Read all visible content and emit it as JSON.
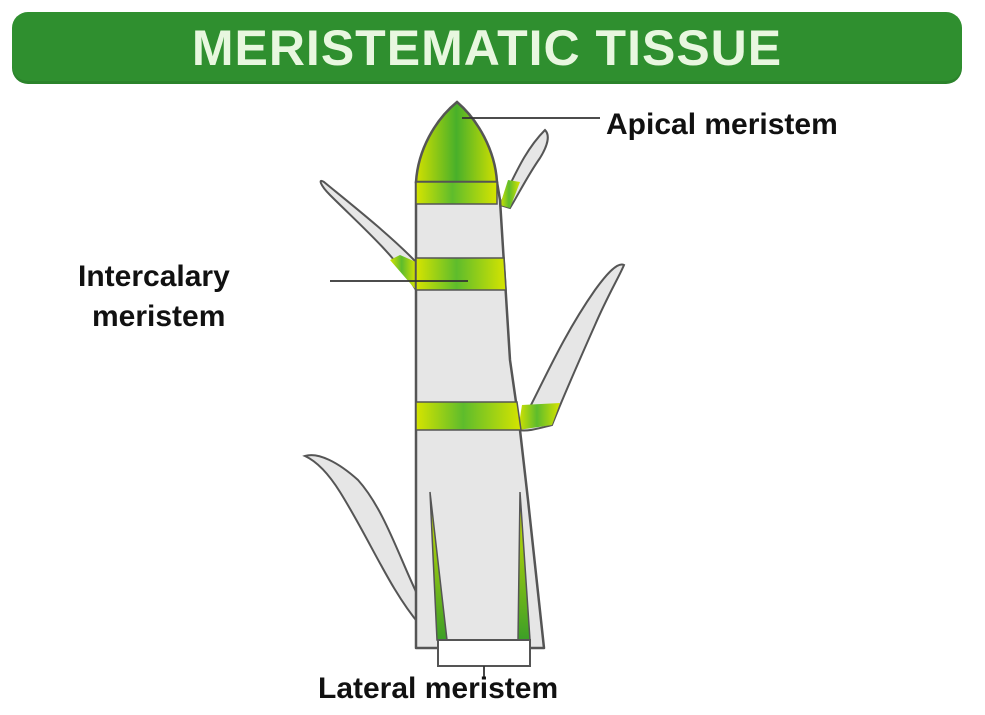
{
  "title": "MERISTEMATIC TISSUE",
  "labels": {
    "apical": "Apical meristem",
    "intercalary_line1": "Intercalary",
    "intercalary_line2": "meristem",
    "lateral": "Lateral meristem"
  },
  "colors": {
    "banner": "#2f8f2f",
    "title_text": "#e8f7df",
    "stem_fill": "#e6e6e6",
    "stem_outline": "#555555",
    "meristem_yellow": "#d9e600",
    "meristem_green": "#58b82f"
  }
}
